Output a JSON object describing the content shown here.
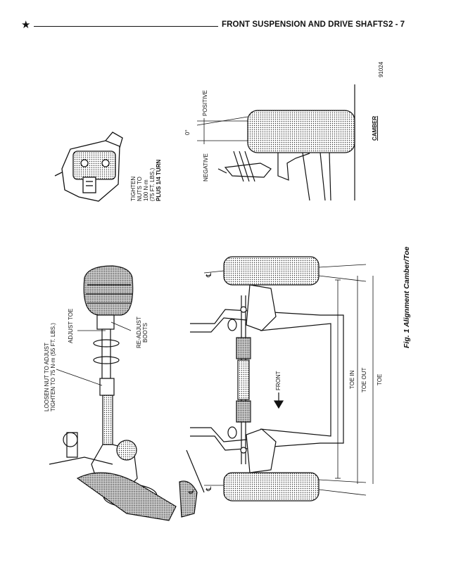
{
  "header": {
    "star": "★",
    "title": "FRONT SUSPENSION AND DRIVE SHAFTS",
    "page": "2 - 7"
  },
  "figure": {
    "number": "91024",
    "caption": "Fig. 1 Alignment Camber/Toe"
  },
  "labels": {
    "tighten": [
      "TIGHTEN",
      "NUTS TO",
      "100 N·m",
      "(75 FT. LBS.)",
      "PLUS 1/4 TURN"
    ],
    "positive": "POSITIVE",
    "negative": "NEGATIVE",
    "camber_angle": "0°",
    "camber": "CAMBER",
    "loosen": [
      "LOOSEN NUT TO ADJUST",
      "TIGHTEN TO 75 N·m (55 FT. LBS.)"
    ],
    "adjust_toe": "ADJUST TOE",
    "readjust": [
      "RE-ADJUST",
      "BOOTS"
    ],
    "front": "FRONT",
    "toe_in": "TOE IN",
    "toe_out": "TOE OUT",
    "toe": "TOE",
    "centerline_1": "℄",
    "centerline_2": "℄",
    "centerline_3": "℄"
  }
}
